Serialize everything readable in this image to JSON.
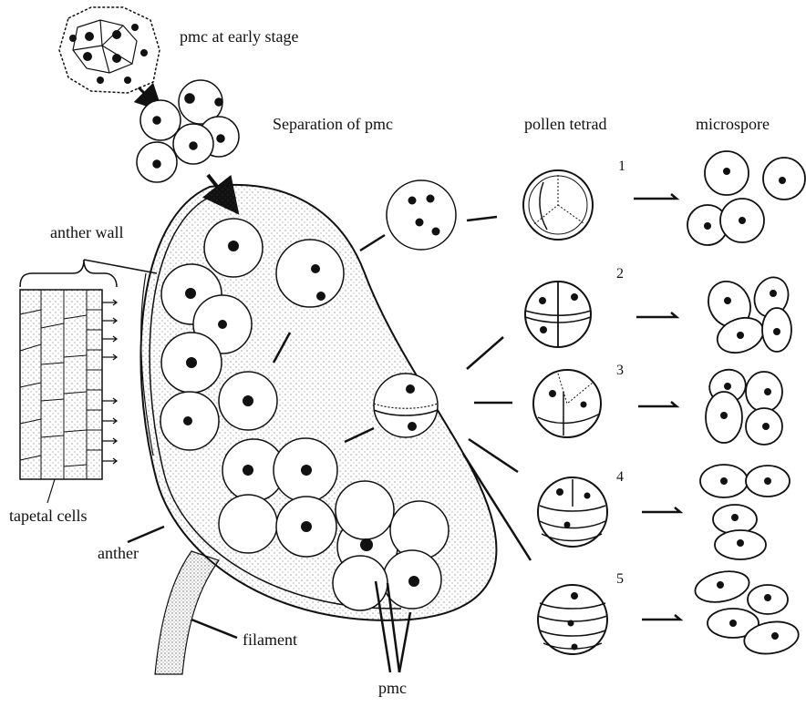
{
  "labels": {
    "pmc_early": "pmc at early stage",
    "separation": "Separation of pmc",
    "pollen_tetrad": "pollen tetrad",
    "microspore": "microspore",
    "anther_wall": "anther wall",
    "tapetal_cells": "tapetal cells",
    "anther": "anther",
    "filament": "filament",
    "pmc": "pmc"
  },
  "tetrad_numbers": [
    "1",
    "2",
    "3",
    "4",
    "5"
  ],
  "colors": {
    "ink": "#111111",
    "paper": "#ffffff"
  }
}
